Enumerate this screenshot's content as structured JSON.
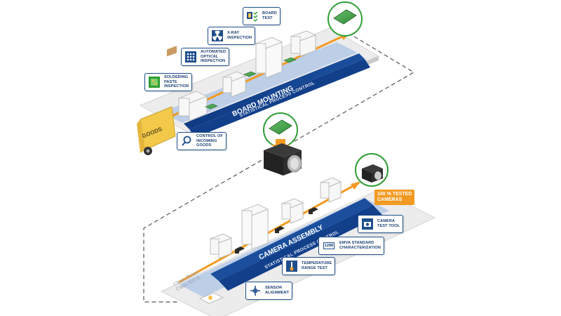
{
  "colors": {
    "belt": "#123f8a",
    "accent": "#f29a22",
    "label_border": "#1f4f8c",
    "green_circle": "#2e9e35"
  },
  "top_line": {
    "title": "BOARD MOUNTING",
    "subtitle": "STATISTICAL PROCESS CONTROL",
    "goods_text": "GOODS",
    "labels": [
      {
        "icon": "chip-checklist-icon",
        "text": "BOARD\nTEST"
      },
      {
        "icon": "radiation-icon",
        "text": "X-RAY\nINSPECTION"
      },
      {
        "icon": "grid-dots-icon",
        "text": "AUTOMATED\nOPTICAL\nINSPECTION"
      },
      {
        "icon": "paste-board-icon",
        "text": "SOLDERING\nPASTE\nINSPECTION"
      },
      {
        "icon": "magnifier-icon",
        "text": "CONTROL OF\nINCOMING\nGOODS"
      }
    ]
  },
  "bottom_line": {
    "title": "CAMERA ASSEMBLY",
    "subtitle": "STATISTICAL PROCESS CONTROL",
    "cleanroom_text": "Clean-Room\nClass ISO 8",
    "tested_badge": "100 % TESTED\nCAMERAS",
    "labels": [
      {
        "icon": "camera-tool-icon",
        "text": "CAMERA\nTEST TOOL"
      },
      {
        "icon": "emva-1288-icon",
        "icon_text": "1288",
        "text": "EMVA STANDARD\nCHARACTERIZATION"
      },
      {
        "icon": "thermometer-icon",
        "text": "TEMPERATURE\nRANGE TEST"
      },
      {
        "icon": "alignment-icon",
        "text": "SENSOR\nALIGNMENT"
      }
    ]
  }
}
